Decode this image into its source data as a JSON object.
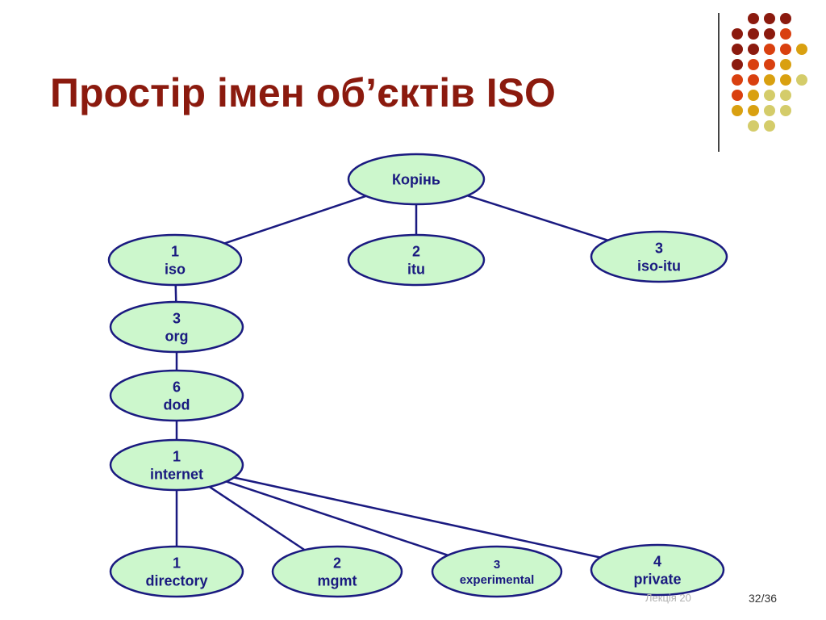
{
  "slide": {
    "title": "Простір імен об’єктів ISO",
    "footer": "Лекція 20",
    "page": "32/36"
  },
  "colors": {
    "title": "#8b1a0e",
    "node_fill": "#ccf7cc",
    "node_stroke": "#1a1a80",
    "edge": "#1a1a80",
    "dot_palette": [
      "#8b1a0e",
      "#d9400f",
      "#d9a010",
      "#d4cc6a"
    ]
  },
  "tree": {
    "nodes": [
      {
        "id": "root",
        "lines": [
          "Корінь"
        ]
      },
      {
        "id": "iso",
        "lines": [
          "1",
          "iso"
        ]
      },
      {
        "id": "itu",
        "lines": [
          "2",
          "itu"
        ]
      },
      {
        "id": "iso-itu",
        "lines": [
          "3",
          "iso-itu"
        ]
      },
      {
        "id": "org",
        "lines": [
          "3",
          "org"
        ]
      },
      {
        "id": "dod",
        "lines": [
          "6",
          "dod"
        ]
      },
      {
        "id": "internet",
        "lines": [
          "1",
          "internet"
        ]
      },
      {
        "id": "directory",
        "lines": [
          "1",
          "directory"
        ]
      },
      {
        "id": "mgmt",
        "lines": [
          "2",
          "mgmt"
        ]
      },
      {
        "id": "experimental",
        "lines": [
          "3",
          "experimental"
        ]
      },
      {
        "id": "private",
        "lines": [
          "4",
          "private"
        ]
      }
    ],
    "edges": [
      [
        "root",
        "iso"
      ],
      [
        "root",
        "itu"
      ],
      [
        "root",
        "iso-itu"
      ],
      [
        "iso",
        "org"
      ],
      [
        "org",
        "dod"
      ],
      [
        "dod",
        "internet"
      ],
      [
        "internet",
        "directory"
      ],
      [
        "internet",
        "mgmt"
      ],
      [
        "internet",
        "experimental"
      ],
      [
        "internet",
        "private"
      ]
    ]
  }
}
